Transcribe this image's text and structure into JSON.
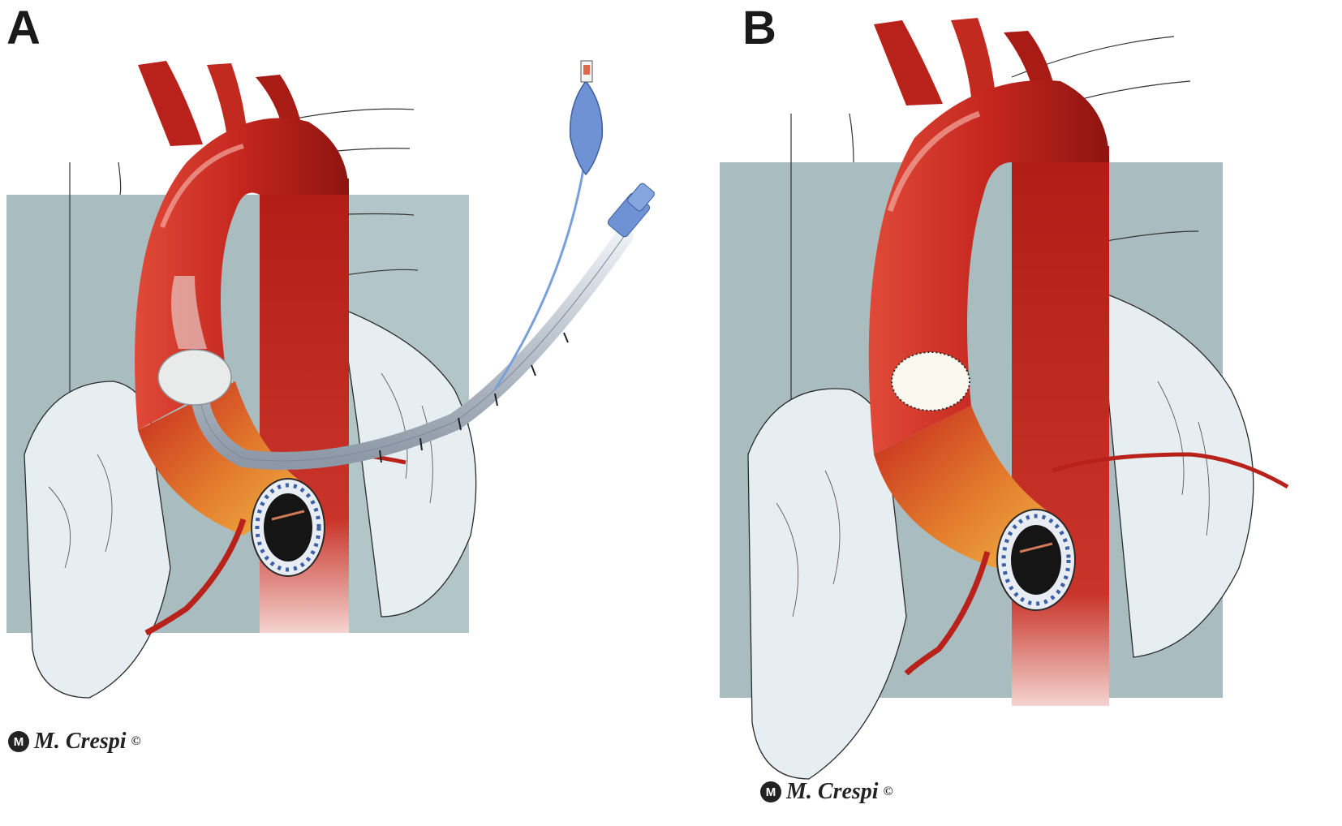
{
  "panels": [
    {
      "label": "A",
      "signature": "M. Crespi",
      "copyright": "©"
    },
    {
      "label": "B",
      "signature": "M. Crespi",
      "copyright": "©"
    }
  ],
  "colors": {
    "background": "#ffffff",
    "aorta": "#c4261e",
    "aorta_dark": "#8e1410",
    "aorta_light": "#e8503f",
    "conduit_orange": "#e8a63a",
    "backdrop_slate": "#a9bdc1",
    "lung": "#e4edf1",
    "outline": "#2a2a2a",
    "tube": "#c7ced6",
    "tube_blue": "#6e92d4",
    "patch": "#fbf8ef"
  },
  "icons": [
    "logo-m-icon"
  ]
}
